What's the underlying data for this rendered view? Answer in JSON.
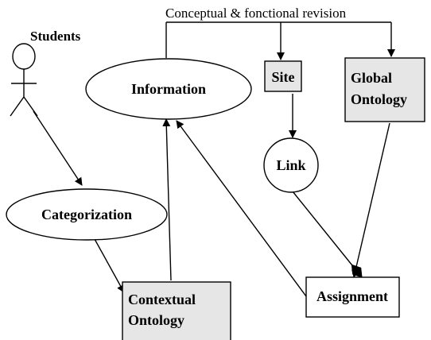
{
  "diagram": {
    "top_note": "Conceptual & fonctional revision",
    "actor": {
      "label": "Students"
    },
    "nodes": {
      "information": "Information",
      "categorization": "Categorization",
      "site": "Site",
      "global_ontology": [
        "Global",
        "Ontology"
      ],
      "link": "Link",
      "contextual_ontology": [
        "Contextual",
        "Ontology"
      ],
      "assignment": "Assignment"
    },
    "colors": {
      "stroke": "#000000",
      "box_fill_gray": "#e6e6e6",
      "box_fill_white": "#ffffff"
    }
  }
}
